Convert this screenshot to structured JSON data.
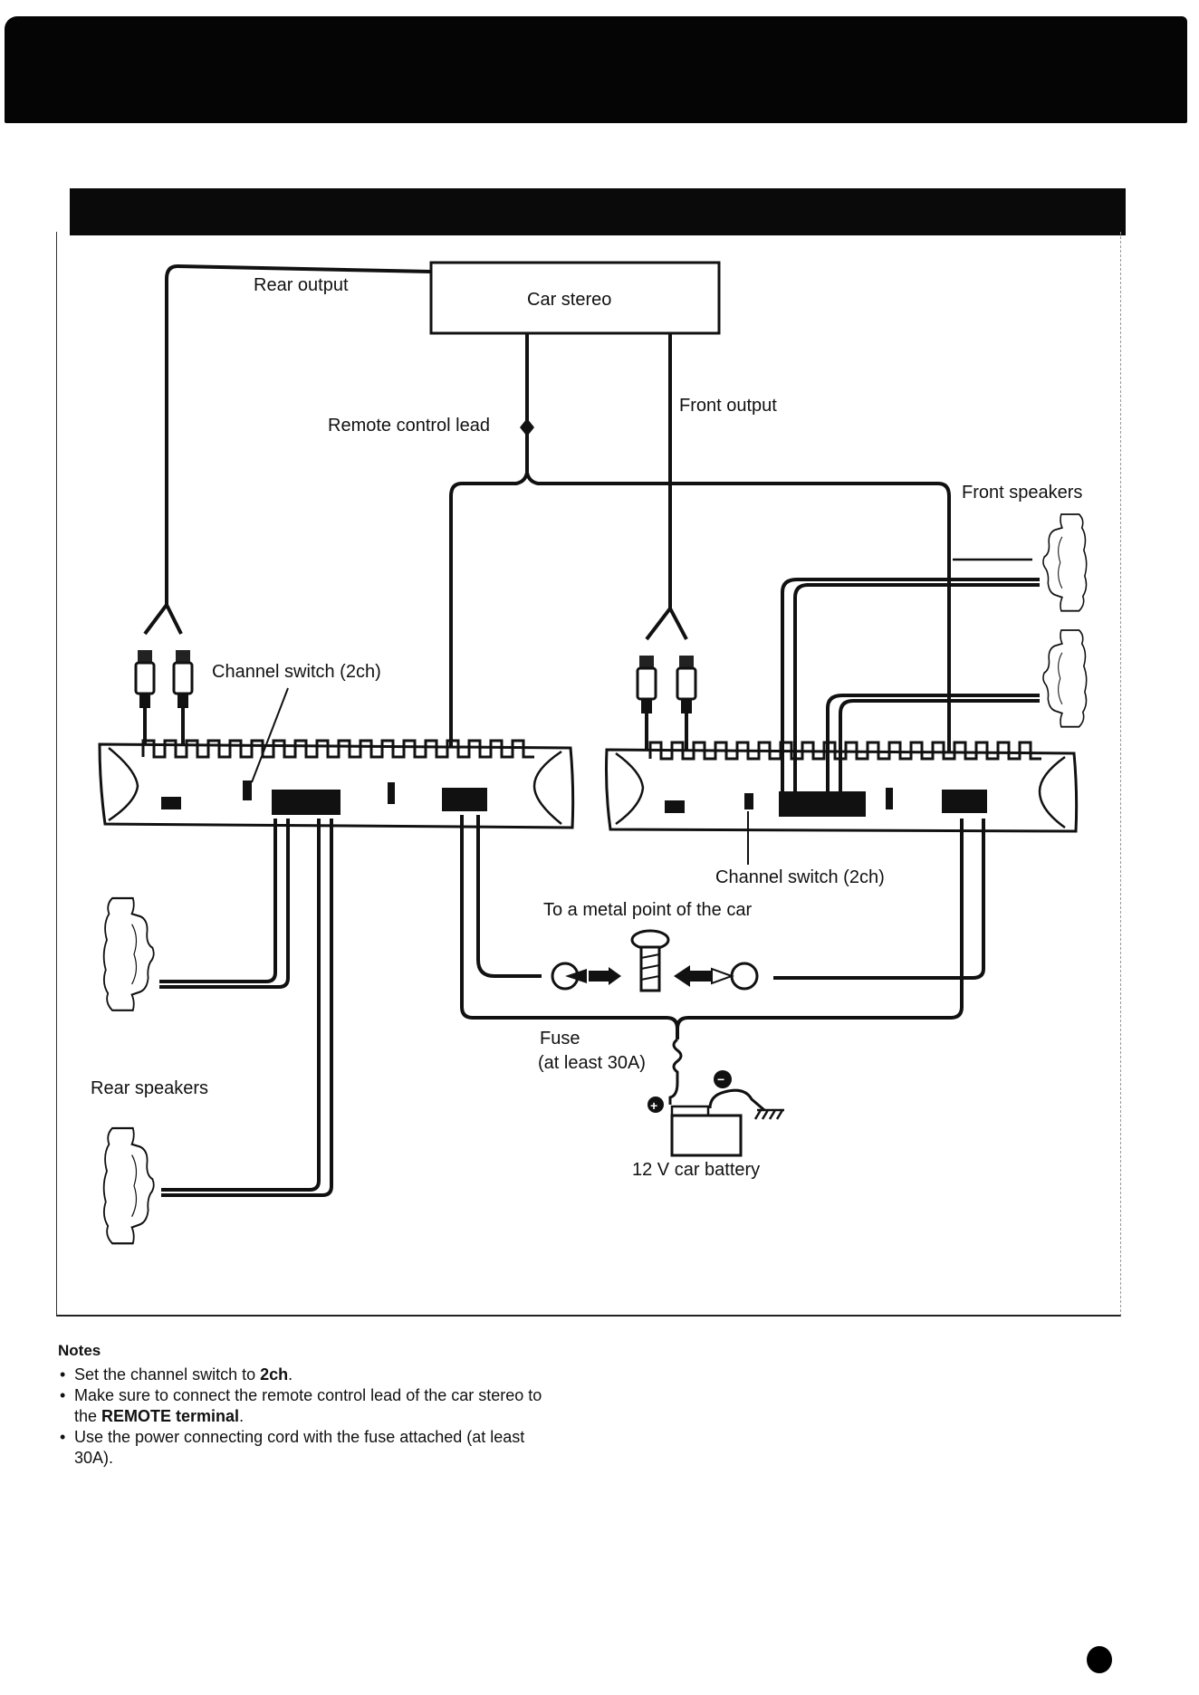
{
  "diagram": {
    "labels": {
      "car_stereo": "Car stereo",
      "rear_output": "Rear output",
      "front_output": "Front output",
      "remote_control_lead": "Remote control lead",
      "front_speakers": "Front speakers",
      "rear_speakers": "Rear speakers",
      "channel_switch_left": "Channel switch (2ch)",
      "channel_switch_right": "Channel switch (2ch)",
      "metal_point": "To a metal point of the car",
      "fuse": "Fuse",
      "fuse_rating": "(at least 30A)",
      "battery": "12 V car battery",
      "plus_sign": "+",
      "minus_sign": "−"
    }
  },
  "notes": {
    "title": "Notes",
    "items": [
      {
        "pre": "Set the channel switch to ",
        "bold": "2ch",
        "post": "."
      },
      {
        "pre": "Make sure to connect the remote control lead of the car stereo to the ",
        "bold": "REMOTE terminal",
        "post": "."
      },
      {
        "pre": "Use the power connecting cord with the fuse attached (at least 30A).",
        "bold": "",
        "post": ""
      }
    ]
  }
}
